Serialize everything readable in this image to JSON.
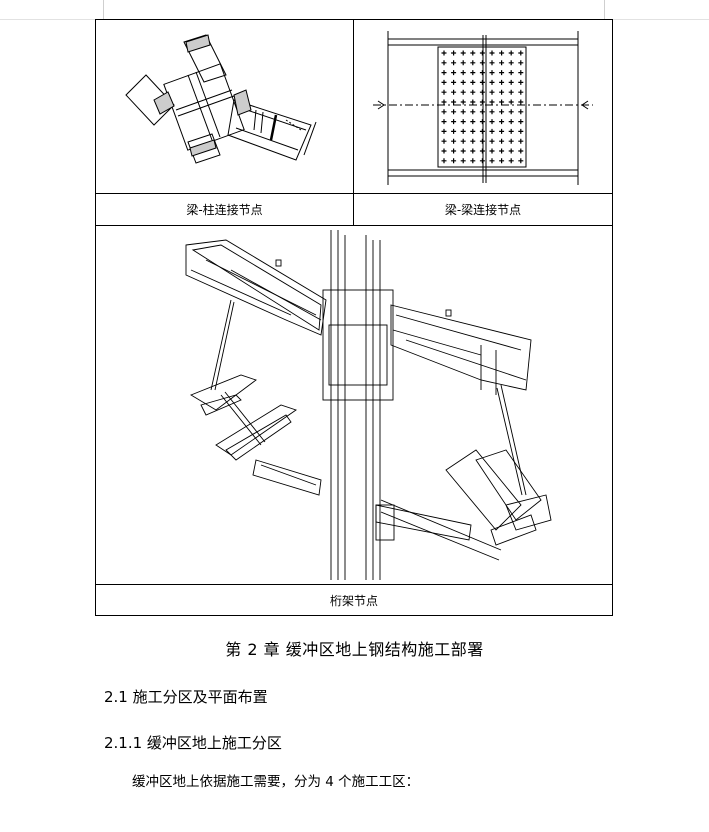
{
  "figure": {
    "captions": {
      "beam_column": "梁-柱连接节点",
      "beam_beam": "梁-梁连接节点",
      "truss": "桁架节点"
    }
  },
  "chapter": {
    "title": "第 2 章    缓冲区地上钢结构施工部署"
  },
  "section": {
    "title": "2.1  施工分区及平面布置"
  },
  "subsection": {
    "title": "2.1.1  缓冲区地上施工分区"
  },
  "paragraph": {
    "text": "缓冲区地上依据施工需要，分为 4 个施工工区："
  }
}
